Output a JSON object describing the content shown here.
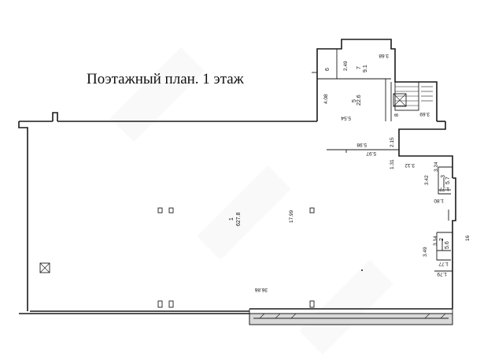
{
  "title": "Поэтажный план. 1 этаж",
  "rooms": {
    "r1": {
      "number": "1",
      "area": "627.8"
    },
    "r2": {
      "number": "2",
      "area": "5.6"
    },
    "r3": {
      "number": "3",
      "area": "5.7"
    },
    "r5": {
      "number": "5",
      "area": "22.6"
    },
    "r6": {
      "number": "6"
    },
    "r7": {
      "number": "7",
      "area": "9.1"
    },
    "r8": {
      "number": "8"
    }
  },
  "dimensions": {
    "d_3_68": "3.68",
    "d_2_49": "2.49",
    "d_4_08": "4.08",
    "d_5_54": "5.54",
    "d_3_69": "3.69",
    "d_2_15": "2.15",
    "d_5_98": "5.98",
    "d_5_97": "5.97",
    "d_1_31": "1.31",
    "d_3_12": "3.12",
    "d_3_24": "3.24",
    "d_3_42": "3.42",
    "d_1_77a": "1.77",
    "d_1_80": "1.80",
    "d_17_99": "17.99",
    "d_3_14": "3.14",
    "d_3_49": "3.49",
    "d_1_77b": "1.77",
    "d_1_79": "1.79",
    "d_36_86": "36.86",
    "d_16": "16"
  }
}
